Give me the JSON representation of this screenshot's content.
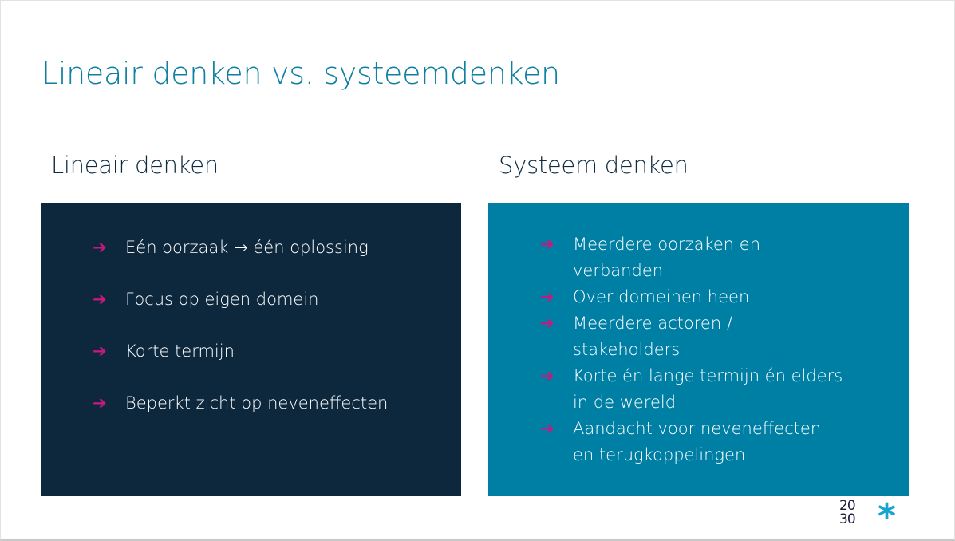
{
  "title": "Lineair denken vs. systeemdenken",
  "left": {
    "heading": "Lineair denken",
    "items": [
      "Eén oorzaak → één oplossing",
      "Focus op eigen domein",
      "Korte termijn",
      "Beperkt zicht op neveneffecten"
    ]
  },
  "right": {
    "heading": "Systeem denken",
    "items": [
      "Meerdere oorzaken en verbanden",
      "Over domeinen heen",
      "Meerdere actoren / stakeholders",
      "Korte én lange termijn én elders in de wereld",
      "Aandacht voor neveneffecten en terugkoppelingen"
    ]
  },
  "bullet": "➔",
  "logo": {
    "text": "2030"
  },
  "colors": {
    "title": "#0f7fa2",
    "dark_box": "#0d283d",
    "teal_box": "#007fa5",
    "bullet": "#c4197f"
  }
}
